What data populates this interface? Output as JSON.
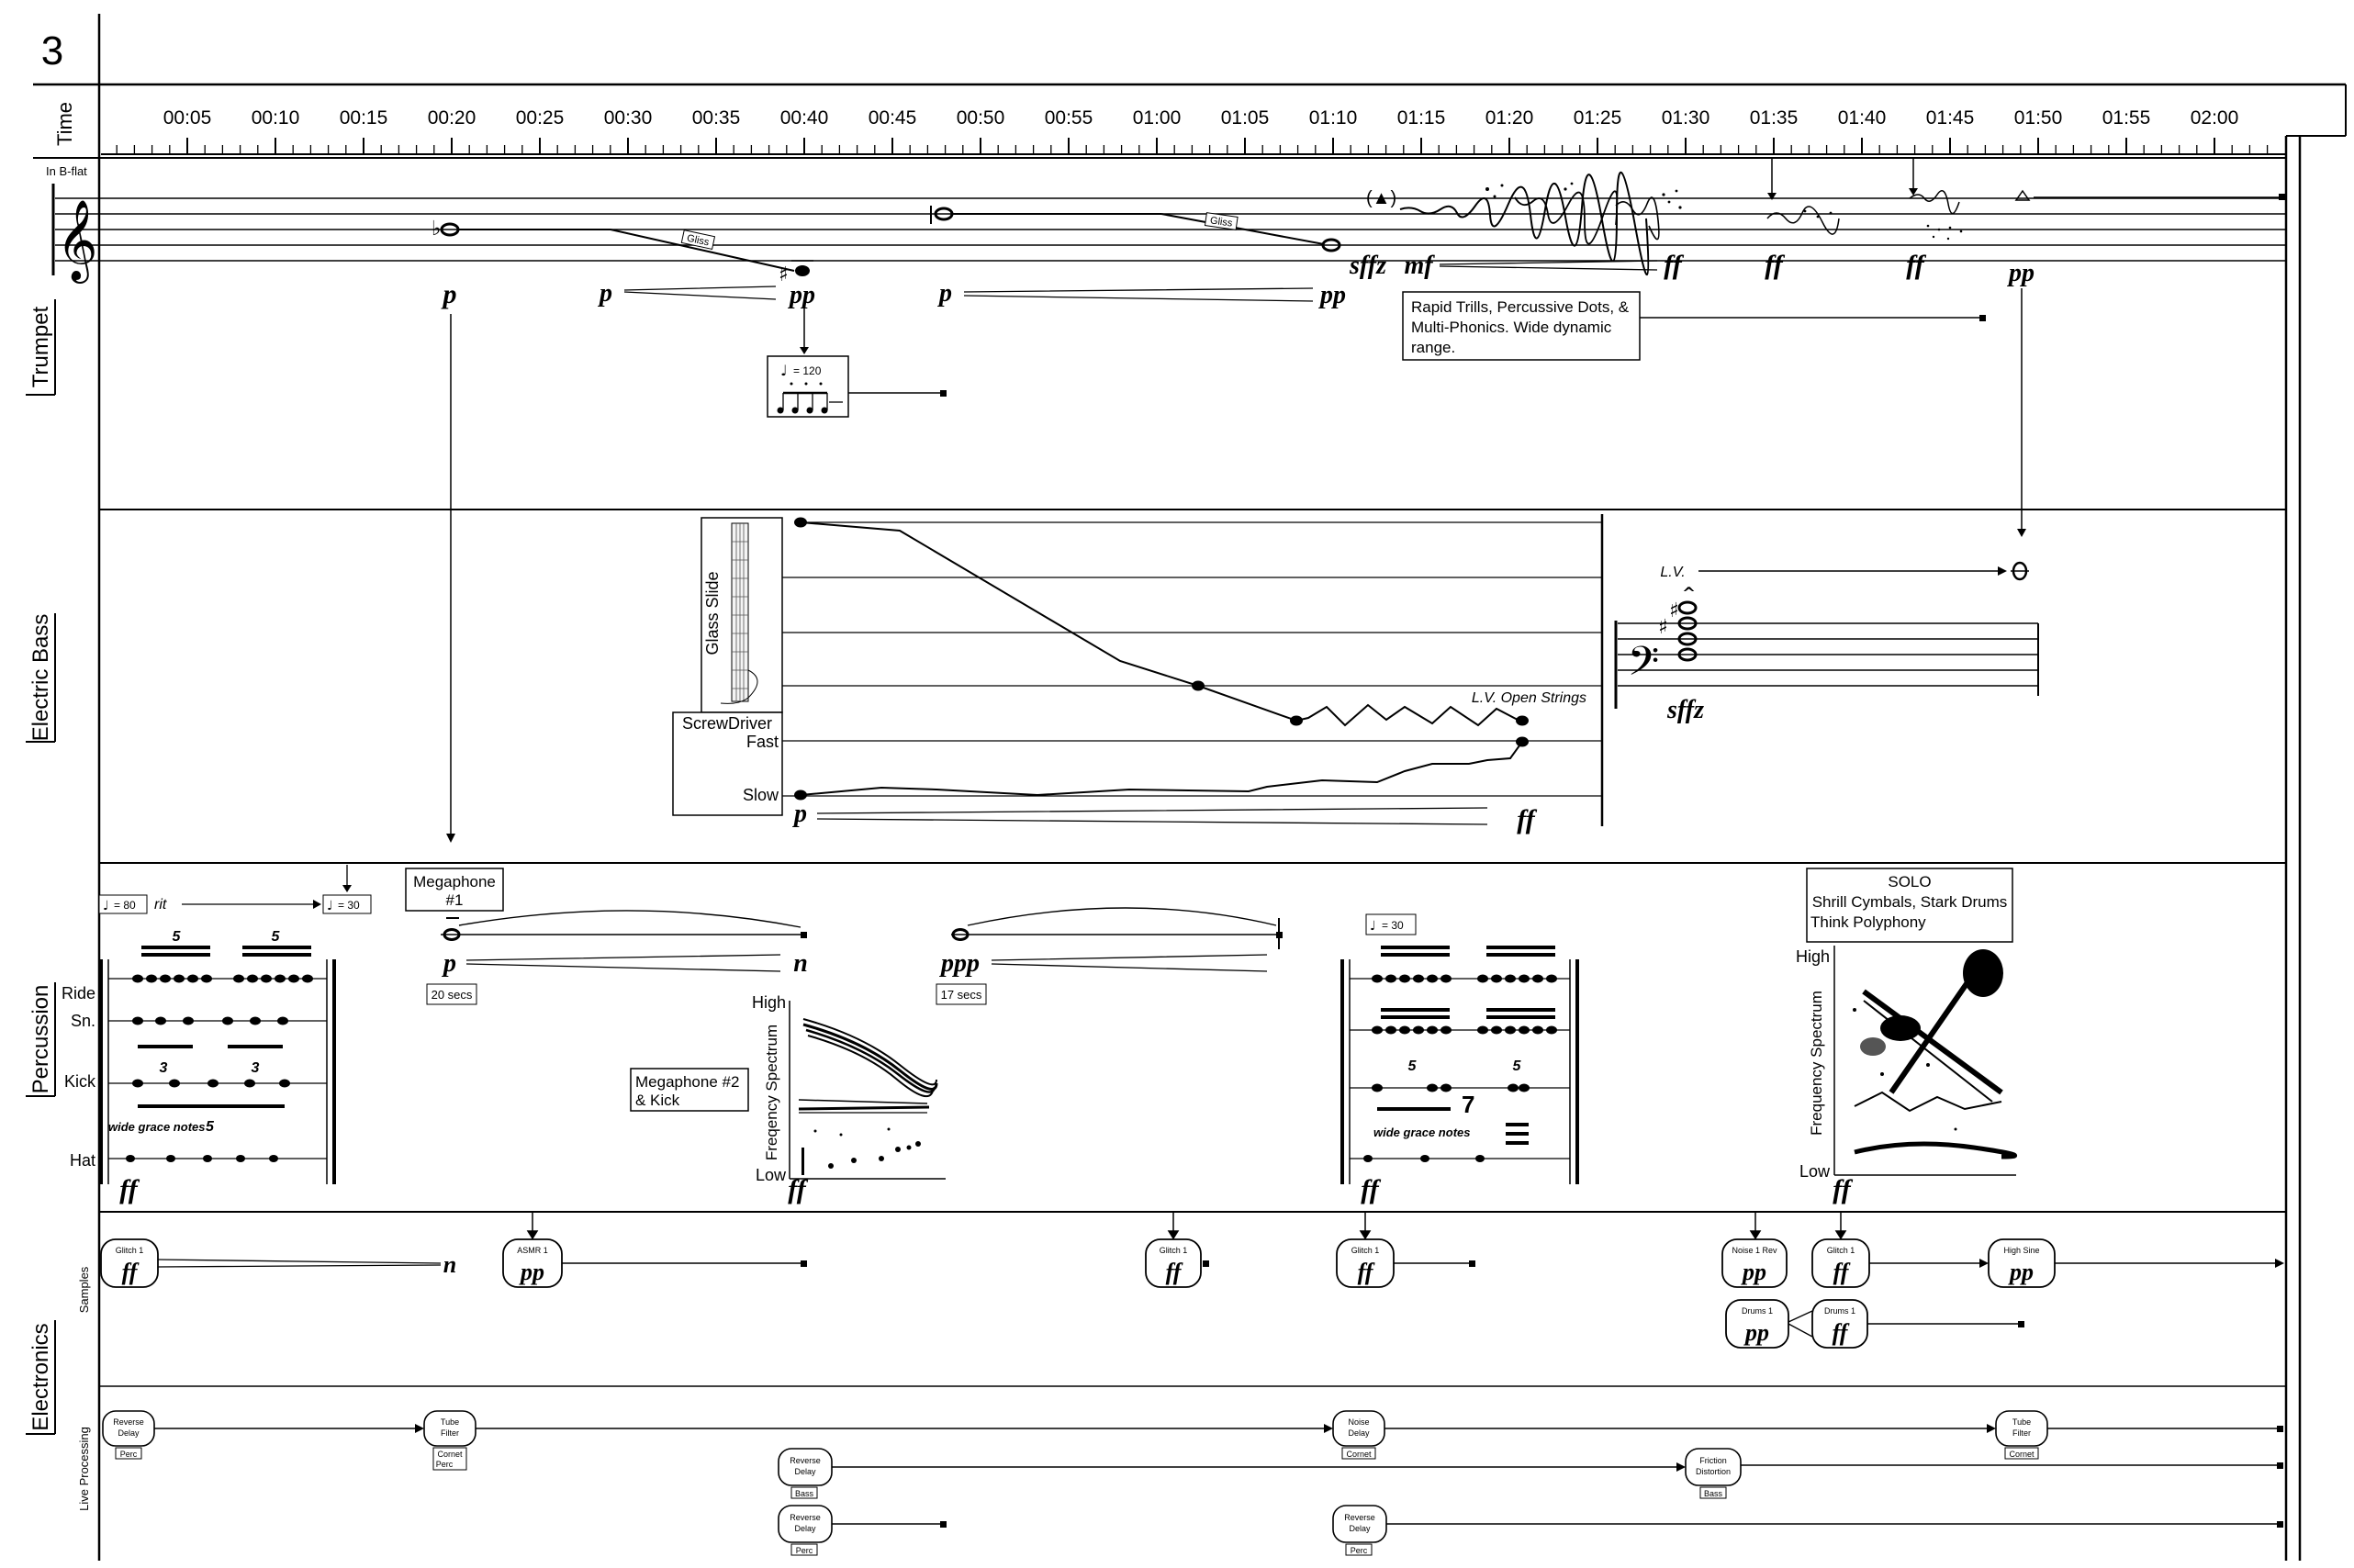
{
  "page_number": "3",
  "time_label": "Time",
  "timeline": [
    "00:05",
    "00:10",
    "00:15",
    "00:20",
    "00:25",
    "00:30",
    "00:35",
    "00:40",
    "00:45",
    "00:50",
    "00:55",
    "01:00",
    "01:05",
    "01:10",
    "01:15",
    "01:20",
    "01:25",
    "01:30",
    "01:35",
    "01:40",
    "01:45",
    "01:50",
    "01:55",
    "02:00"
  ],
  "instruments": {
    "trumpet": "Trumpet",
    "bass": "Electric Bass",
    "percussion": "Percussion",
    "electronics": "Electronics"
  },
  "trumpet": {
    "transposition": "In B-flat",
    "gliss1": "Gliss",
    "gliss2": "Gliss",
    "dyn_p1": "p",
    "dyn_p2": "p",
    "dyn_pp1": "pp",
    "dyn_p3": "p",
    "dyn_pp2": "pp",
    "dyn_sffz": "sffz",
    "dyn_mf": "mf",
    "dyn_ff1": "ff",
    "dyn_ff2": "ff",
    "dyn_ff3": "ff",
    "dyn_pp3": "pp",
    "tempo": "= 120",
    "bracket": "(▲)",
    "note_line1": "Rapid Trills, Percussive Dots, &",
    "note_line2": "Multi-Phonics. Wide dynamic",
    "note_line3": "range."
  },
  "bass": {
    "glass_slide": "Glass Slide",
    "screwdriver": "ScrewDriver",
    "fast": "Fast",
    "slow": "Slow",
    "lv_open": "L.V. Open Strings",
    "lv": "L.V.",
    "dyn_p": "p",
    "dyn_ff": "ff",
    "dyn_sffz": "sffz"
  },
  "percussion": {
    "rows": [
      "Ride",
      "Sn.",
      "Kick",
      "Hat"
    ],
    "tempo80": "= 80",
    "rit": "rit",
    "tempo30a": "= 30",
    "tempo30b": "= 30",
    "tuplet5": "5",
    "tuplet3": "3",
    "grace": "wide grace notes",
    "grace2": "wide grace notes",
    "megaphone1_a": "Megaphone",
    "megaphone1_b": "#1",
    "secs20": "20 secs",
    "secs17": "17 secs",
    "dyn_n": "n",
    "dyn_p": "p",
    "dyn_ppp": "ppp",
    "megaphone2_a": "Megaphone #2",
    "megaphone2_b": "& Kick",
    "high": "High",
    "low": "Low",
    "freq": "Freqency Spectrum",
    "freq2": "Frequency Spectrum",
    "high2": "High",
    "low2": "Low",
    "solo": "SOLO",
    "solo_line1": "Shrill Cymbals, Stark Drums",
    "solo_line2": "Think Polyphony",
    "dyn_ff1": "ff",
    "dyn_ff2": "ff",
    "dyn_ff3": "ff",
    "dyn_ff4": "ff"
  },
  "electronics": {
    "samples_label": "Samples",
    "live_label": "Live Processing",
    "glitch": "Glitch 1",
    "asmr": "ASMR 1",
    "noise_rev": "Noise 1 Rev",
    "drums": "Drums 1",
    "high_sine": "High Sine",
    "dyn_ff": "ff",
    "dyn_pp": "pp",
    "dyn_n": "n",
    "reverse_delay_a": "Reverse",
    "reverse_delay_b": "Delay",
    "tube_a": "Tube",
    "tube_b": "Filter",
    "noise_a": "Noise",
    "noise_b": "Delay",
    "friction_a": "Friction",
    "friction_b": "Distortion",
    "src_perc": "Perc",
    "src_cornet": "Cornet",
    "src_bass": "Bass"
  }
}
